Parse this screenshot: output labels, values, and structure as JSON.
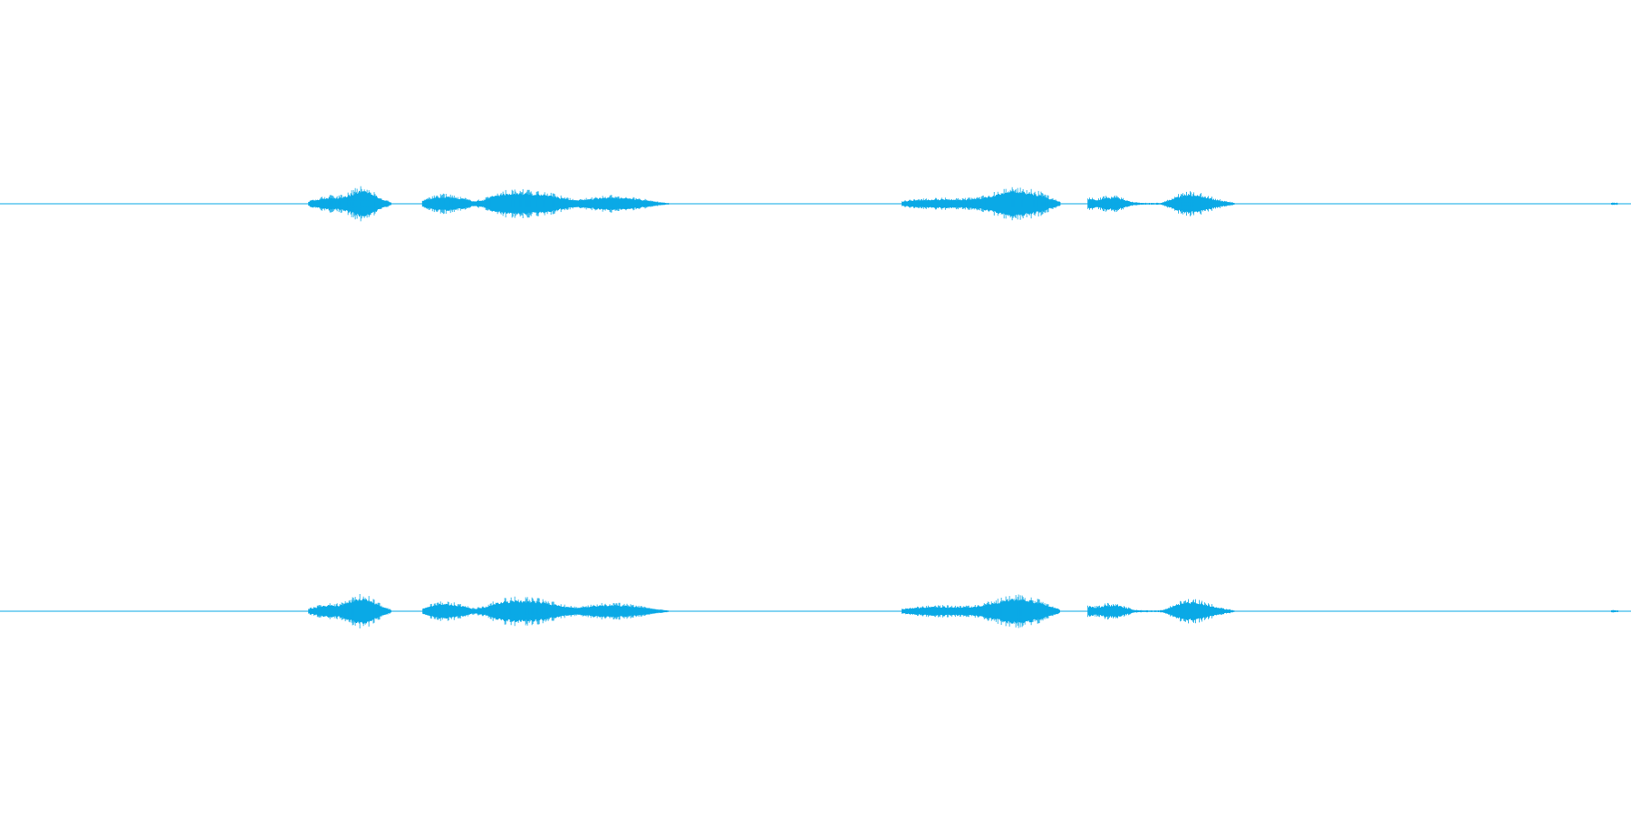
{
  "chart_data": {
    "type": "area",
    "grid": false,
    "legend": "none",
    "x_range": [
      0,
      1
    ],
    "y_range": [
      -1,
      1
    ],
    "colors": {
      "waveform": "#0aa9e6",
      "background": "#ffffff"
    },
    "channels": [
      {
        "segments": [
          {
            "start": 0.189,
            "end": 0.24,
            "peaks": [
              0.18,
              0.3,
              0.42,
              0.5,
              0.45,
              0.62,
              0.85,
              1.0,
              0.92,
              0.6,
              0.3,
              0.1
            ]
          },
          {
            "start": 0.259,
            "end": 0.41,
            "peaks": [
              0.2,
              0.45,
              0.58,
              0.5,
              0.38,
              0.18,
              0.3,
              0.6,
              0.78,
              0.82,
              0.8,
              0.76,
              0.68,
              0.55,
              0.38,
              0.26,
              0.34,
              0.44,
              0.5,
              0.48,
              0.42,
              0.34,
              0.24,
              0.12,
              0.05
            ]
          },
          {
            "start": 0.553,
            "end": 0.65,
            "peaks": [
              0.15,
              0.25,
              0.3,
              0.33,
              0.35,
              0.33,
              0.3,
              0.35,
              0.45,
              0.62,
              0.8,
              1.0,
              0.95,
              0.85,
              0.7,
              0.4,
              0.12
            ]
          },
          {
            "start": 0.667,
            "end": 0.757,
            "peaks": [
              0.4,
              0.3,
              0.45,
              0.5,
              0.3,
              0.1,
              0.06,
              0.05,
              0.06,
              0.3,
              0.6,
              0.72,
              0.66,
              0.5,
              0.32,
              0.16,
              0.06
            ]
          },
          {
            "start": 0.988,
            "end": 0.992,
            "peaks": [
              0.06,
              0.08,
              0.06
            ]
          }
        ]
      },
      {
        "segments": [
          {
            "start": 0.189,
            "end": 0.24,
            "peaks": [
              0.18,
              0.3,
              0.42,
              0.5,
              0.45,
              0.62,
              0.85,
              1.0,
              0.92,
              0.6,
              0.3,
              0.1
            ]
          },
          {
            "start": 0.259,
            "end": 0.41,
            "peaks": [
              0.2,
              0.45,
              0.58,
              0.5,
              0.38,
              0.18,
              0.3,
              0.6,
              0.78,
              0.82,
              0.8,
              0.76,
              0.68,
              0.52,
              0.36,
              0.26,
              0.34,
              0.44,
              0.5,
              0.48,
              0.42,
              0.34,
              0.24,
              0.12,
              0.05
            ]
          },
          {
            "start": 0.553,
            "end": 0.65,
            "peaks": [
              0.15,
              0.25,
              0.3,
              0.33,
              0.35,
              0.33,
              0.3,
              0.35,
              0.45,
              0.62,
              0.8,
              0.98,
              0.92,
              0.82,
              0.66,
              0.38,
              0.12
            ]
          },
          {
            "start": 0.667,
            "end": 0.757,
            "peaks": [
              0.4,
              0.3,
              0.45,
              0.5,
              0.3,
              0.1,
              0.06,
              0.05,
              0.06,
              0.3,
              0.6,
              0.72,
              0.66,
              0.5,
              0.32,
              0.16,
              0.06
            ]
          },
          {
            "start": 0.988,
            "end": 0.992,
            "peaks": [
              0.06,
              0.08,
              0.06
            ]
          }
        ]
      }
    ]
  }
}
